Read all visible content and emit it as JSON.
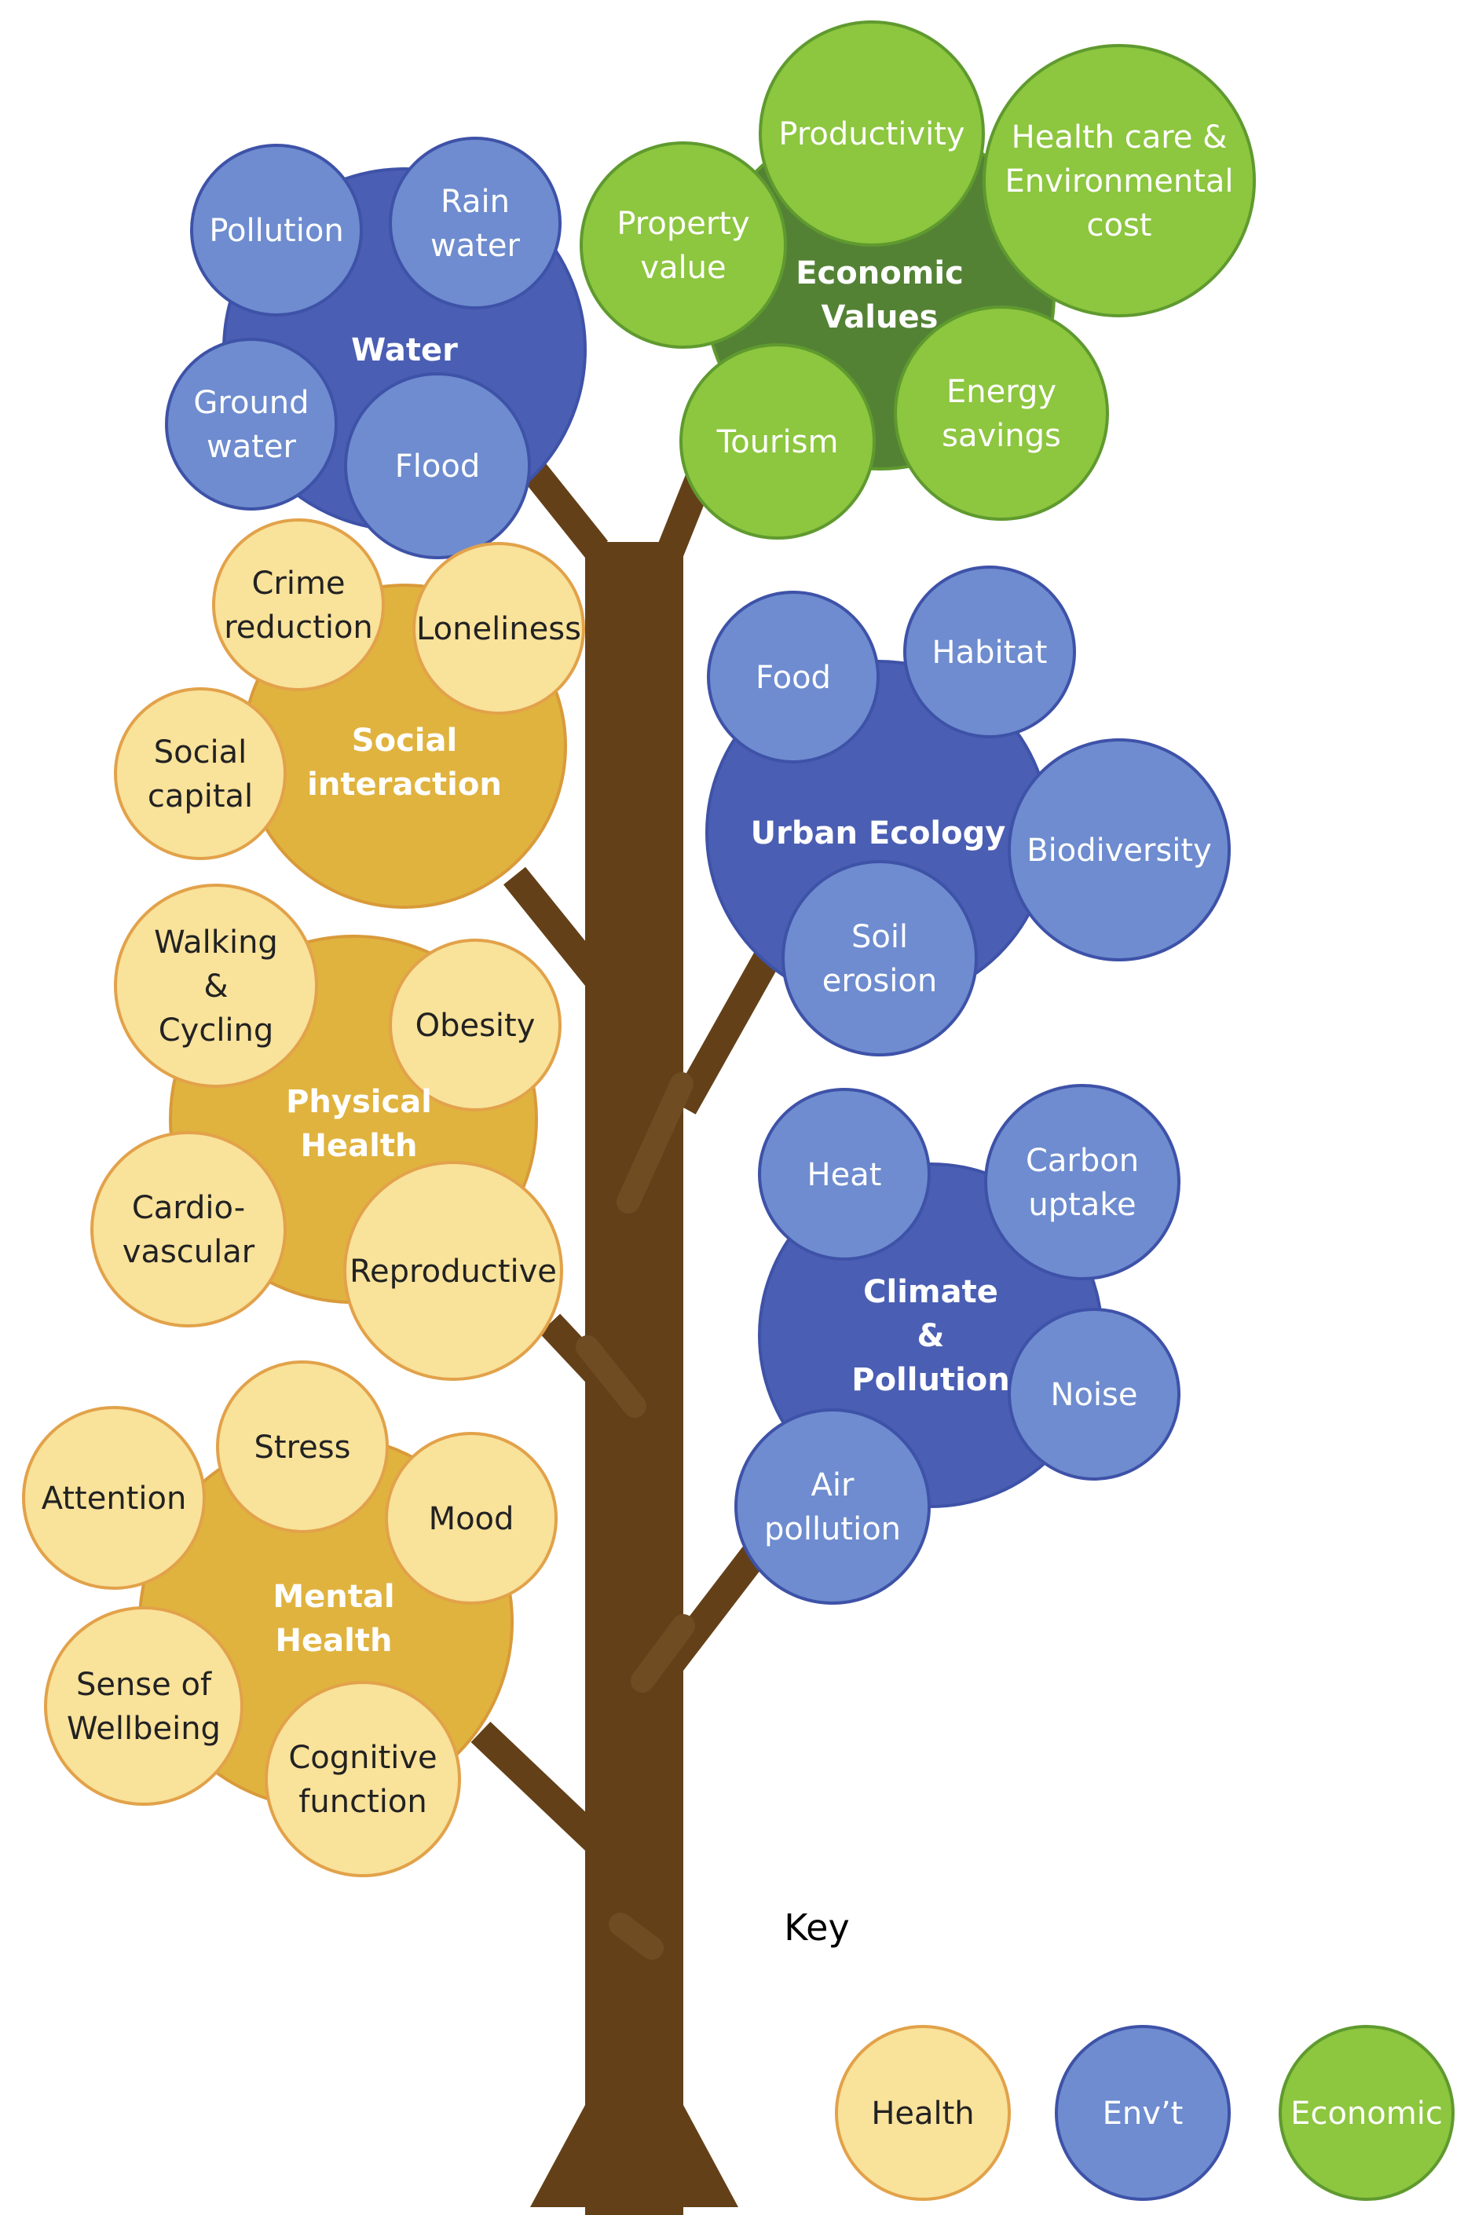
{
  "colors": {
    "trunk": "#634018",
    "health_center": "#e0b33f",
    "health_center_stroke": "#d99a3a",
    "health_leaf": "#f9e29a",
    "health_leaf_stroke": "#e2a24a",
    "env_center": "#4a5eb3",
    "env_leaf": "#6e8ccf",
    "env_stroke": "#3e52a8",
    "eco_center": "#548235",
    "eco_leaf": "#8dc63f",
    "eco_stroke": "#5f9a2f"
  },
  "clusters": [
    {
      "id": "water",
      "category": "env",
      "label": [
        "Water"
      ],
      "leaves": [
        [
          "Pollution"
        ],
        [
          "Rain",
          "water"
        ],
        [
          "Ground",
          "water"
        ],
        [
          "Flood"
        ]
      ]
    },
    {
      "id": "economic-values",
      "category": "eco",
      "label": [
        "Economic",
        "Values"
      ],
      "leaves": [
        [
          "Productivity"
        ],
        [
          "Health care &",
          "Environmental",
          "cost"
        ],
        [
          "Property",
          "value"
        ],
        [
          "Tourism"
        ],
        [
          "Energy",
          "savings"
        ]
      ]
    },
    {
      "id": "social-interaction",
      "category": "health",
      "label": [
        "Social",
        "interaction"
      ],
      "leaves": [
        [
          "Crime",
          "reduction"
        ],
        [
          "Loneliness"
        ],
        [
          "Social",
          "capital"
        ]
      ]
    },
    {
      "id": "urban-ecology",
      "category": "env",
      "label": [
        "Urban Ecology"
      ],
      "leaves": [
        [
          "Food"
        ],
        [
          "Habitat"
        ],
        [
          "Biodiversity"
        ],
        [
          "Soil",
          "erosion"
        ]
      ]
    },
    {
      "id": "physical-health",
      "category": "health",
      "label": [
        "Physical",
        "Health"
      ],
      "leaves": [
        [
          "Walking",
          "&",
          "Cycling"
        ],
        [
          "Obesity"
        ],
        [
          "Cardio-",
          "vascular"
        ],
        [
          "Reproductive"
        ]
      ]
    },
    {
      "id": "climate-pollution",
      "category": "env",
      "label": [
        "Climate",
        "&",
        "Pollution"
      ],
      "leaves": [
        [
          "Heat"
        ],
        [
          "Carbon",
          "uptake"
        ],
        [
          "Noise"
        ],
        [
          "Air",
          "pollution"
        ]
      ]
    },
    {
      "id": "mental-health",
      "category": "health",
      "label": [
        "Mental",
        "Health"
      ],
      "leaves": [
        [
          "Stress"
        ],
        [
          "Attention"
        ],
        [
          "Mood"
        ],
        [
          "Sense of",
          "Wellbeing"
        ],
        [
          "Cognitive",
          "function"
        ]
      ]
    }
  ],
  "key": {
    "title": "Key",
    "items": [
      {
        "category": "health",
        "label": "Health"
      },
      {
        "category": "env",
        "label": "Env’t"
      },
      {
        "category": "eco",
        "label": "Economic"
      }
    ]
  }
}
